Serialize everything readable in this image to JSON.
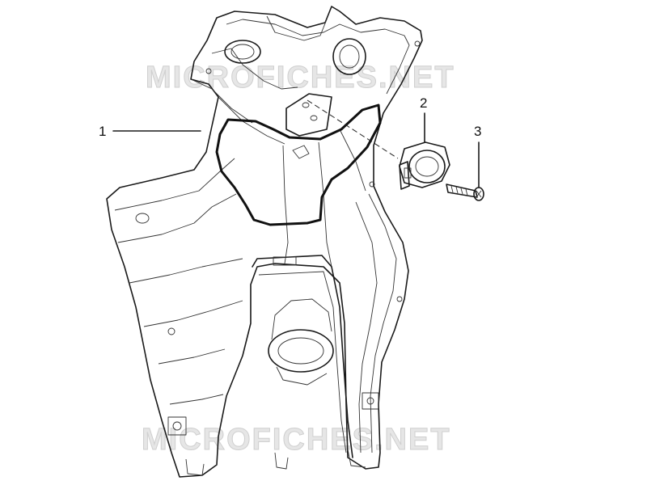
{
  "watermark": {
    "text": "MICROFICHES.NET"
  },
  "callouts": [
    {
      "id": "1",
      "label": "1"
    },
    {
      "id": "2",
      "label": "2"
    },
    {
      "id": "3",
      "label": "3"
    }
  ],
  "colors": {
    "line": "#1a1a1a",
    "watermark": "#e6e6e6",
    "background": "#ffffff"
  }
}
